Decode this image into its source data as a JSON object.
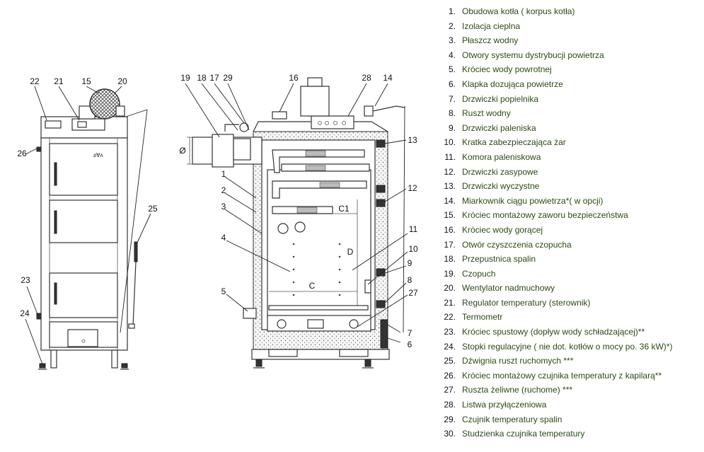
{
  "callouts": {
    "front": [
      "22",
      "21",
      "15",
      "20",
      "26",
      "25",
      "23",
      "24"
    ],
    "section": [
      "19",
      "18",
      "17",
      "29",
      "16",
      "28",
      "14",
      "13",
      "12",
      "11",
      "10",
      "9",
      "8",
      "27",
      "7",
      "6",
      "1",
      "2",
      "3",
      "4",
      "5"
    ]
  },
  "dimensions": {
    "phi": "Ø",
    "c1": "C1",
    "d": "D",
    "c": "C"
  },
  "legend": [
    {
      "num": "1.",
      "text": "Obudowa kotła ( korpus kotła)"
    },
    {
      "num": "2.",
      "text": "Izolacja cieplna"
    },
    {
      "num": "3.",
      "text": "Płaszcz wodny"
    },
    {
      "num": "4.",
      "text": "Otwory systemu dystrybucji powietrza"
    },
    {
      "num": "5.",
      "text": "Króciec wody powrotnej"
    },
    {
      "num": "6.",
      "text": "Klapka dozująca powietrze"
    },
    {
      "num": "7.",
      "text": "Drzwiczki popielnika"
    },
    {
      "num": "8.",
      "text": "Ruszt wodny"
    },
    {
      "num": "9.",
      "text": "Drzwiczki paleniska"
    },
    {
      "num": "10.",
      "text": "Kratka zabezpieczająca żar"
    },
    {
      "num": "11.",
      "text": "Komora paleniskowa"
    },
    {
      "num": "12.",
      "text": "Drzwiczki zasypowe"
    },
    {
      "num": "13.",
      "text": "Drzwiczki wyczystne"
    },
    {
      "num": "14.",
      "text": "Miarkownik ciągu powietrza*( w opcji)"
    },
    {
      "num": "15.",
      "text": "Króciec montażowy zaworu bezpieczeństwa"
    },
    {
      "num": "16.",
      "text": "Króciec wody gorącej"
    },
    {
      "num": "17.",
      "text": "Otwór czyszczenia czopucha"
    },
    {
      "num": "18.",
      "text": "Przepustnica spalin"
    },
    {
      "num": "19.",
      "text": "Czopuch"
    },
    {
      "num": "20.",
      "text": "Wentylator nadmuchowy"
    },
    {
      "num": "21.",
      "text": "Regulator temperatury (sterownik)"
    },
    {
      "num": "22.",
      "text": "Termometr"
    },
    {
      "num": "23.",
      "text": "Króciec spustowy (dopływ wody schładzającej)**"
    },
    {
      "num": "24.",
      "text": "Stopki regulacyjne ( nie dot. kotłów o mocy po. 36 kW)*)"
    },
    {
      "num": "25.",
      "text": "Dźwignia ruszt ruchomych ***"
    },
    {
      "num": "26.",
      "text": "Króciec montażowy czujnika temperatury z kapilarą**"
    },
    {
      "num": "27.",
      "text": "Ruszta żeliwne (ruchome) ***"
    },
    {
      "num": "28.",
      "text": "Listwa przyłączeniowa"
    },
    {
      "num": "29.",
      "text": "Czujnik temperatury spalin"
    },
    {
      "num": "30.",
      "text": "Studzienka czujnika temperatury"
    }
  ]
}
